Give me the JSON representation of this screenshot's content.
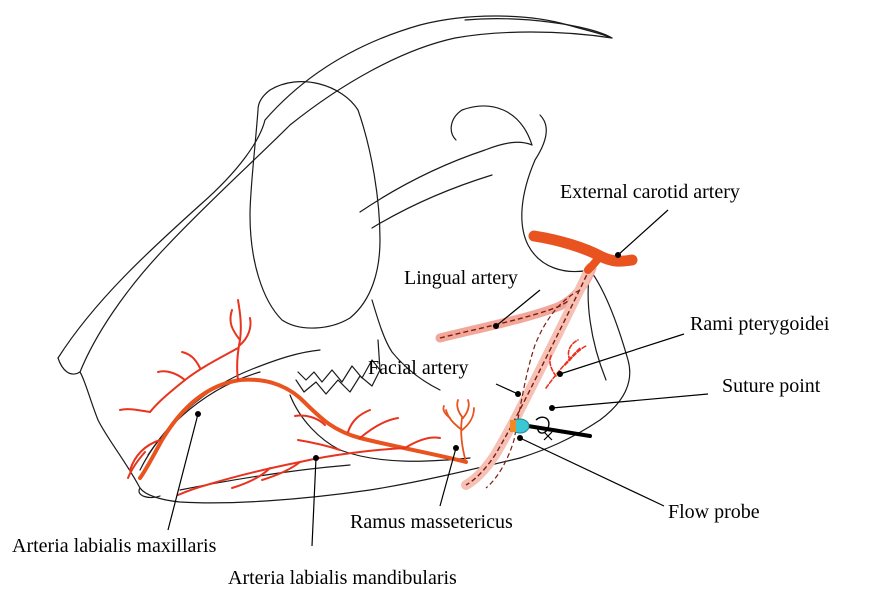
{
  "colors": {
    "artery_main": "#e8531f",
    "artery_branch": "#e8341f",
    "lingual_fill": "#f2a79a",
    "facial_fill": "#f6c0b4",
    "probe_head": "#3bc7d4",
    "probe_ring": "#f08a24",
    "outline": "#1a1a1a"
  },
  "labels": {
    "external_carotid": "External carotid artery",
    "lingual": "Lingual artery",
    "rami_pterygoidei": "Rami pterygoidei",
    "facial": "Facial artery",
    "suture_point": "Suture point",
    "flow_probe": "Flow probe",
    "ramus_massetericus": "Ramus massetericus",
    "labialis_maxillaris": "Arteria labialis maxillaris",
    "labialis_mandibularis": "Arteria labialis mandibularis"
  }
}
